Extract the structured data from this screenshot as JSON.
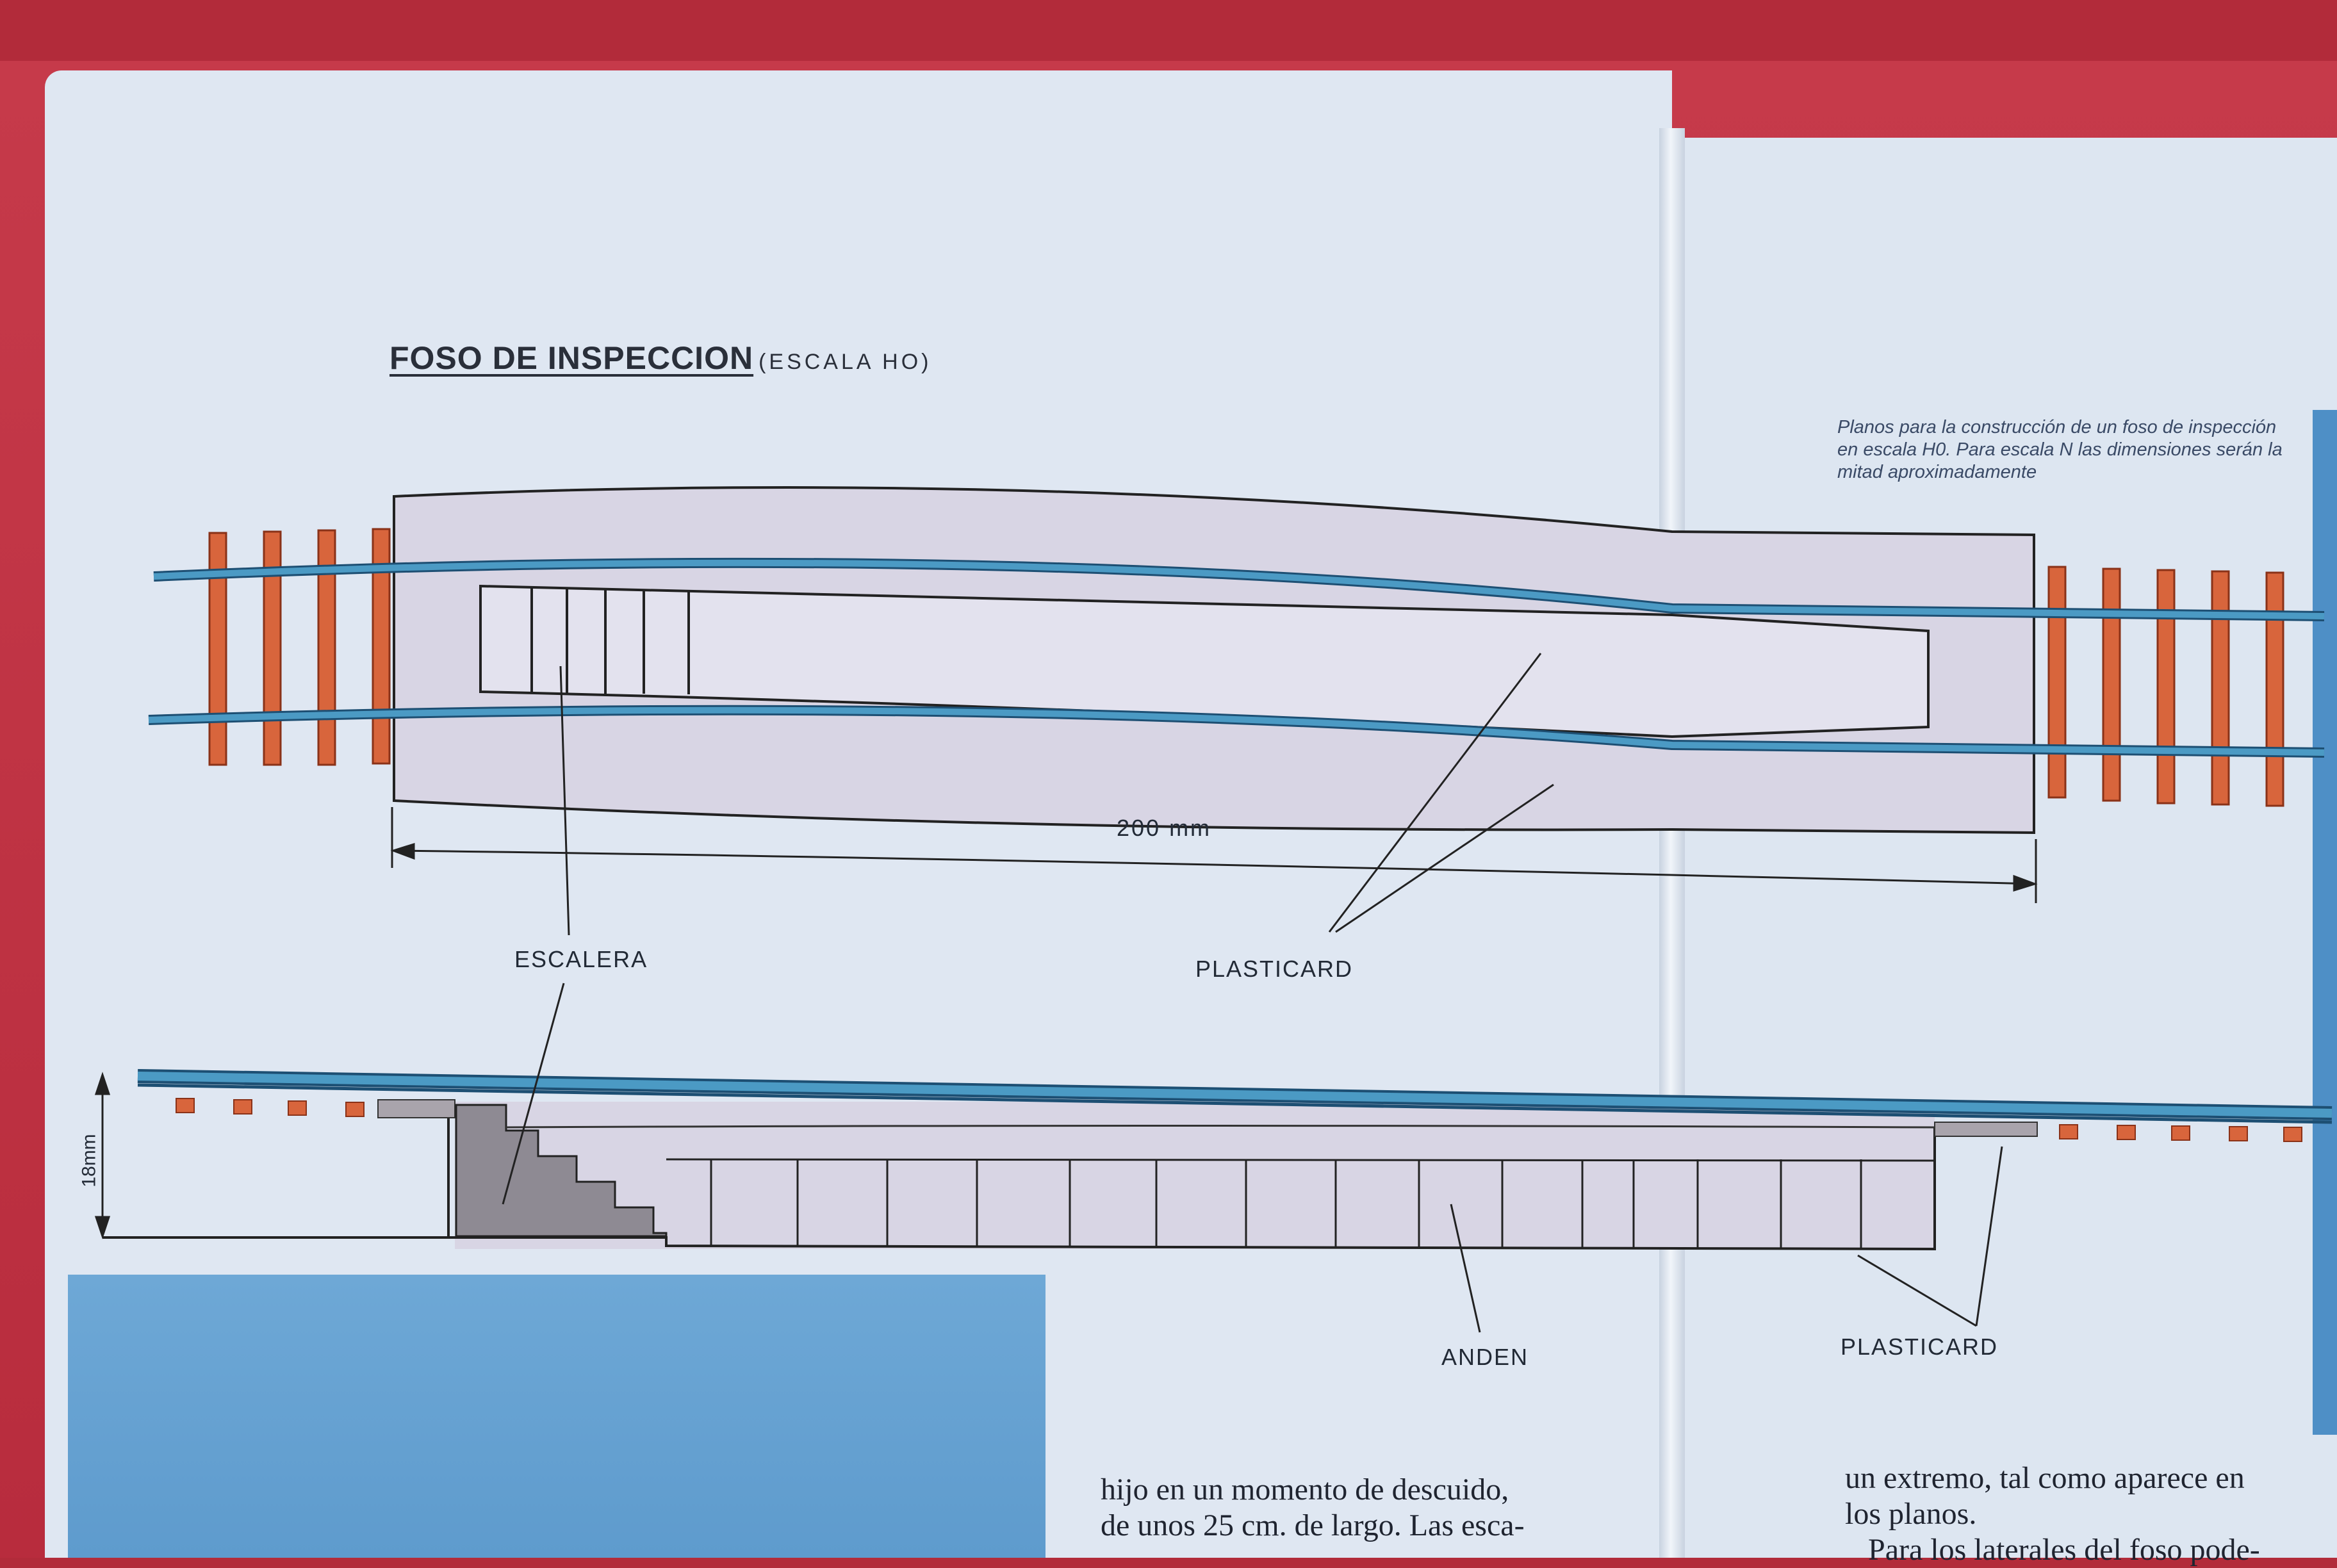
{
  "title": {
    "main": "FOSO DE INSPECCION",
    "sub": "(ESCALA HO)"
  },
  "caption": "Planos para la construcción de un foso de inspección en escala H0. Para escala N las dimensiones serán la mitad aproximadamente",
  "labels": {
    "length_dimension": "200 mm",
    "height_dimension": "18mm",
    "escalera": "ESCALERA",
    "plasticard_top": "PLASTICARD",
    "anden": "ANDEN",
    "plasticard_bottom": "PLASTICARD"
  },
  "body_text": {
    "left_lines": [
      "hijo en un momento de descuido,",
      "de unos 25 cm. de largo. Las esca-"
    ],
    "right_lines": [
      "un extremo, tal como aparece en",
      "los planos.",
      "   Para los laterales del foso pode-"
    ]
  },
  "colors": {
    "rail": "#4b9ac4",
    "sleeper": "#d8653c",
    "platform": "#d8d5e4",
    "stair": "#8e8a93"
  }
}
